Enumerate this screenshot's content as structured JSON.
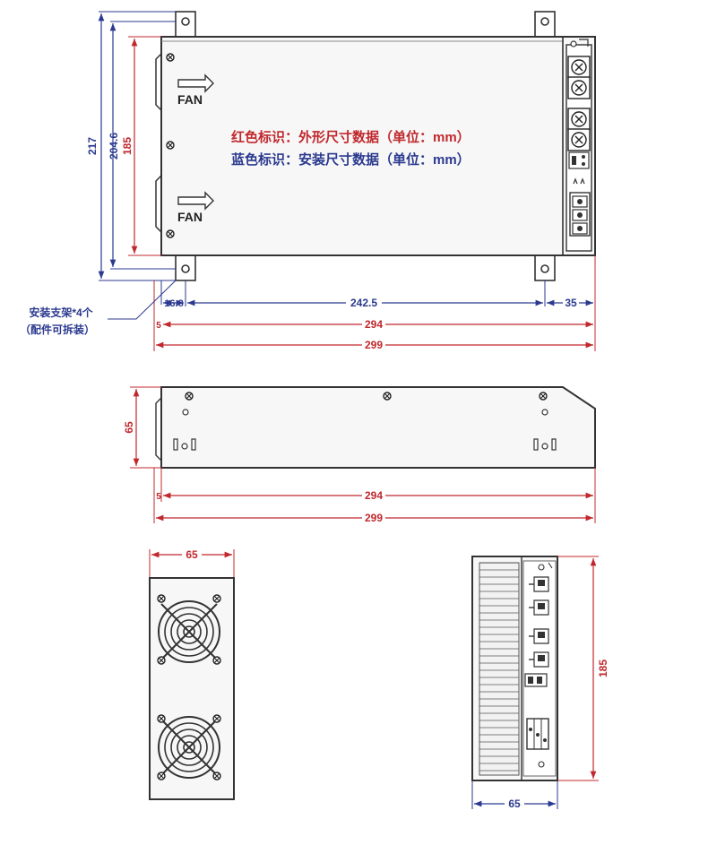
{
  "colors": {
    "outer_dimension": "#c0282d",
    "mount_dimension": "#2b3a8f",
    "outline": "#333333",
    "panel_fill": "#f7f7f7",
    "side_fill": "#e4e4e4"
  },
  "legend": {
    "red_line": "红色标识：外形尺寸数据（单位：mm）",
    "blue_line": "蓝色标识：安装尺寸数据（单位：mm）"
  },
  "fan_labels": [
    "FAN",
    "FAN"
  ],
  "bracket_note": {
    "line1": "安装支架*4个",
    "line2": "（配件可拆装）"
  },
  "top_view": {
    "height_outer": "217",
    "height_mount": "204.6",
    "height_body": "185",
    "offset_left": "16.8",
    "mount_span": "242.5",
    "offset_right": "35",
    "small_offset": "5",
    "length_body": "294",
    "length_total": "299"
  },
  "side_view": {
    "height": "65",
    "small_offset": "5",
    "length_body": "294",
    "length_total": "299"
  },
  "end_view_fans": {
    "width": "65"
  },
  "end_view_terminals": {
    "width": "65",
    "height": "185"
  }
}
